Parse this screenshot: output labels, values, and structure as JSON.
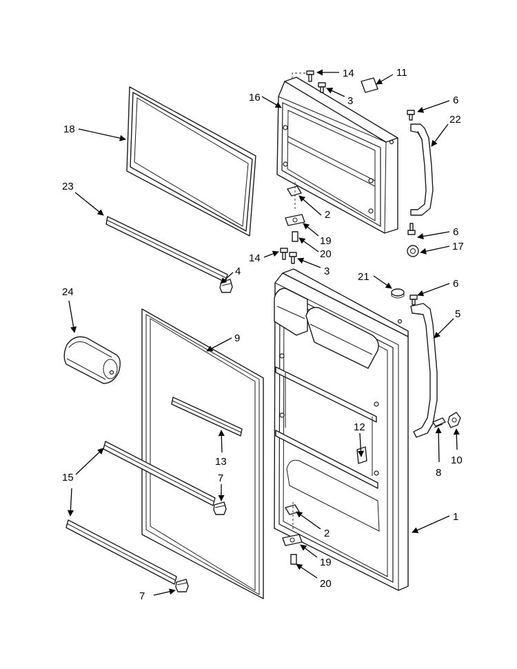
{
  "diagram": {
    "callouts": [
      {
        "id": "c14a",
        "label": "14"
      },
      {
        "id": "c11",
        "label": "11"
      },
      {
        "id": "c3a",
        "label": "3"
      },
      {
        "id": "c16",
        "label": "16"
      },
      {
        "id": "c6a",
        "label": "6"
      },
      {
        "id": "c22",
        "label": "22"
      },
      {
        "id": "c18",
        "label": "18"
      },
      {
        "id": "c23",
        "label": "23"
      },
      {
        "id": "c2a",
        "label": "2"
      },
      {
        "id": "c6b",
        "label": "6"
      },
      {
        "id": "c19a",
        "label": "19"
      },
      {
        "id": "c17",
        "label": "17"
      },
      {
        "id": "c20a",
        "label": "20"
      },
      {
        "id": "c14b",
        "label": "14"
      },
      {
        "id": "c3b",
        "label": "3"
      },
      {
        "id": "c4",
        "label": "4"
      },
      {
        "id": "c21",
        "label": "21"
      },
      {
        "id": "c6c",
        "label": "6"
      },
      {
        "id": "c24",
        "label": "24"
      },
      {
        "id": "c5",
        "label": "5"
      },
      {
        "id": "c9",
        "label": "9"
      },
      {
        "id": "c12",
        "label": "12"
      },
      {
        "id": "c13",
        "label": "13"
      },
      {
        "id": "c15",
        "label": "15"
      },
      {
        "id": "c7a",
        "label": "7"
      },
      {
        "id": "c10",
        "label": "10"
      },
      {
        "id": "c8",
        "label": "8"
      },
      {
        "id": "c1",
        "label": "1"
      },
      {
        "id": "c2b",
        "label": "2"
      },
      {
        "id": "c19b",
        "label": "19"
      },
      {
        "id": "c20b",
        "label": "20"
      },
      {
        "id": "c7b",
        "label": "7"
      }
    ]
  }
}
